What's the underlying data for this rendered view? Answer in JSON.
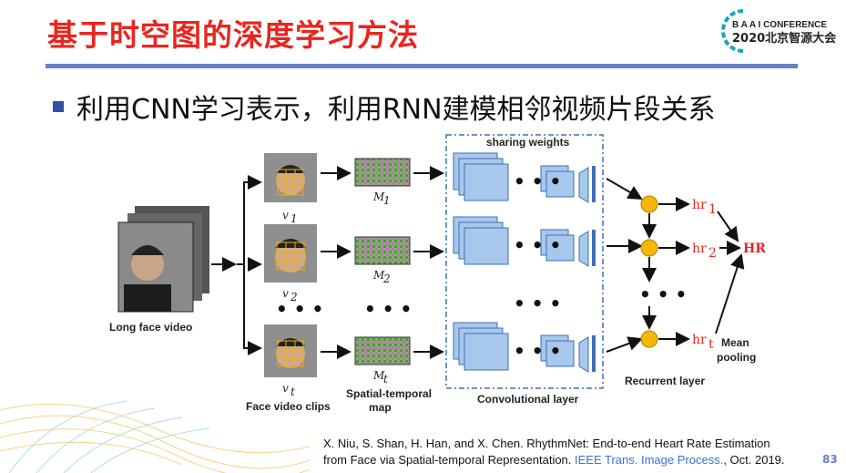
{
  "slide": {
    "title": "基于时空图的深度学习方法",
    "bullet": "利用CNN学习表示，利用RNN建模相邻视频片段关系",
    "logo": {
      "line1": "B A A I CONFERENCE",
      "line2": "2020北京智源大会"
    },
    "page_number": "83"
  },
  "diagram": {
    "input_label": "Long face video",
    "clips": [
      {
        "label": "v",
        "sub": "1",
        "map": "M",
        "map_sub": "1"
      },
      {
        "label": "v",
        "sub": "2",
        "map": "M",
        "map_sub": "2"
      },
      {
        "label": "v",
        "sub": "t",
        "map": "M",
        "map_sub": "t"
      }
    ],
    "clips_label": "Face video clips",
    "map_label_1": "Spatial-temporal",
    "map_label_2": "map",
    "sharing_label": "sharing weights",
    "conv_label": "Convolutional layer",
    "recurrent_label": "Recurrent layer",
    "hr_outputs": [
      {
        "main": "hr",
        "sub": "1"
      },
      {
        "main": "hr",
        "sub": "2"
      },
      {
        "main": "hr",
        "sub": "t"
      }
    ],
    "hr_final": "HR",
    "pooling_1": "Mean",
    "pooling_2": "pooling",
    "dots": "• • •"
  },
  "citation": {
    "line1": "X. Niu, S. Shan, H. Han, and X. Chen. RhythmNet: End-to-end Heart Rate Estimation",
    "line2_a": "from Face via Spatial-temporal Representation. ",
    "line2_journal": "IEEE Trans. Image Process.",
    "line2_b": ", Oct. 2019."
  },
  "colors": {
    "title_red": "#e8261f",
    "rule_blue": "#6b7ec8",
    "cnn_fill": "#a7c7ec",
    "cnn_stroke": "#3f6fb5",
    "rnn_node": "#f5b800",
    "logo_teal": "#1aa6b7"
  }
}
